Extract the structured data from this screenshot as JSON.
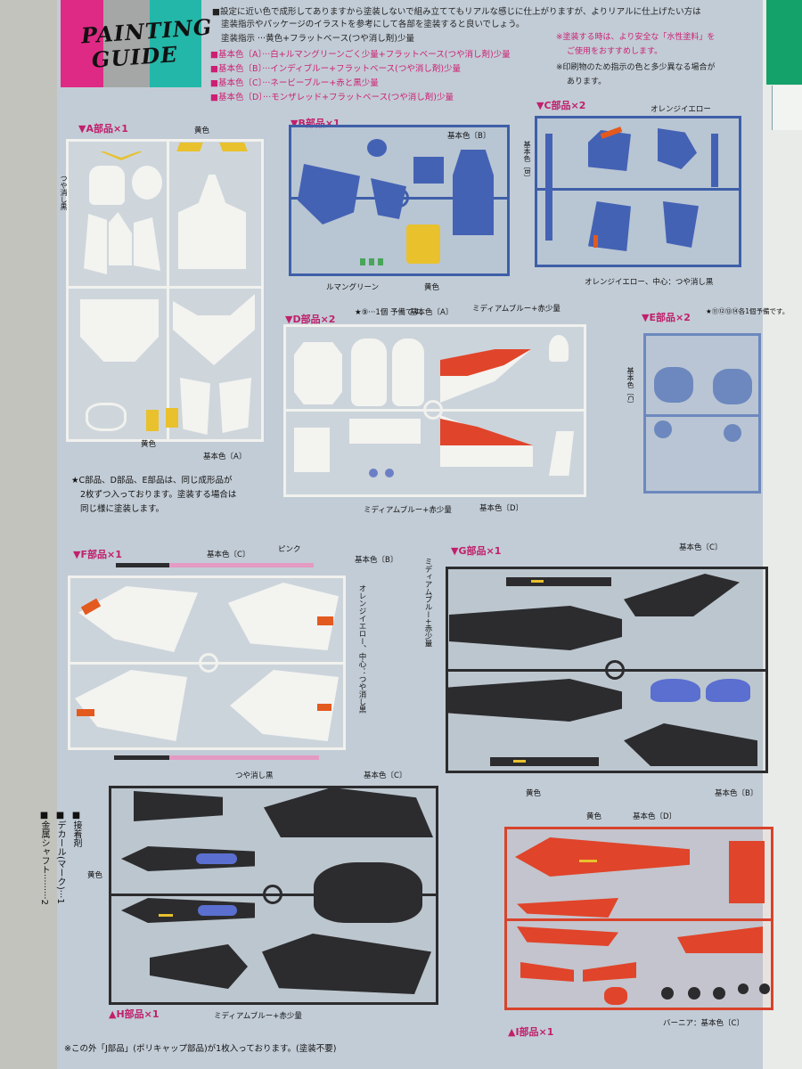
{
  "header": {
    "logo_line1": "PAINTING",
    "logo_line2": "GUIDE",
    "intro_line1": "■設定に近い色で成形してありますから塗装しないで組み立ててもリアルな感じに仕上がりますが、よりリアルに仕上げたい方は",
    "intro_line2": "塗装指示やパッケージのイラストを参考にして各部を塗装すると良いでしょう。",
    "line_paint": "塗装指示 ···黄色+フラットベース(つや消し剤)少量",
    "color_a": "■基本色〔A〕···白+ルマングリーンごく少量+フラットベース(つや消し剤)少量",
    "color_b": "■基本色〔B〕···インディブルー+フラットベース(つや消し剤)少量",
    "color_c": "■基本色〔C〕···ネービーブルー+赤と黒少量",
    "color_d": "■基本色〔D〕···モンザレッド+フラットベース(つや消し剤)少量",
    "caution1": "※塗装する時は、より安全な「水性塗料」を",
    "caution2": "ご使用をおすすめします。",
    "caution3": "※印刷物のため指示の色と多少異なる場合が",
    "caution4": "あります。"
  },
  "sections": {
    "a": "▼A部品×1",
    "b": "▼B部品×1",
    "c": "▼C部品×2",
    "d": "▼D部品×2",
    "e": "▼E部品×2",
    "f": "▼F部品×1",
    "g": "▼G部品×1",
    "h": "▲H部品×1",
    "i": "▲I部品×1"
  },
  "labels": {
    "yellow": "黄色",
    "matte_black": "つや消し黒",
    "base_a": "基本色〔A〕",
    "base_b": "基本色〔B〕",
    "base_c": "基本色〔C〕",
    "base_d": "基本色〔D〕",
    "leman_green": "ルマングリーン",
    "orange_yellow": "オレンジイエロー",
    "orange_center": "オレンジイエロー、中心：つや消し黒",
    "d_spare": "★⑨···1個 予備です。",
    "medium_blue_red": "ミディアムブルー+赤少量",
    "e_spare": "★⑪⑫⑬⑭各1個予備です。",
    "pink": "ピンク",
    "f_orange": "オレンジイエロー、中心：つや消し黒",
    "g_medium_blue": "ミディアムブルー+赤少量",
    "vernier": "バーニア：基本色〔C〕"
  },
  "notes": {
    "cde_1": "★C部品、D部品、E部品は、同じ成形品が",
    "cde_2": "2枚ずつ入っております。塗装する場合は",
    "cde_3": "同じ様に塗装します。",
    "extras_1": "■接着剤",
    "extras_2": "■デカール(マーク)···1",
    "extras_3": "■金属シャフト·········2",
    "footer": "※この外「J部品」(ポリキャップ部品)が1枚入っております。(塗装不要)"
  },
  "colors": {
    "runner_white": "#f1f1ee",
    "runner_blue": "#3e5fa8",
    "runner_lightblue": "#6c88be",
    "runner_black": "#2c2c2e",
    "runner_red": "#d8432c",
    "accent_pink": "#d6257a",
    "yellow": "#e8c12d",
    "orange": "#e35a1f"
  }
}
